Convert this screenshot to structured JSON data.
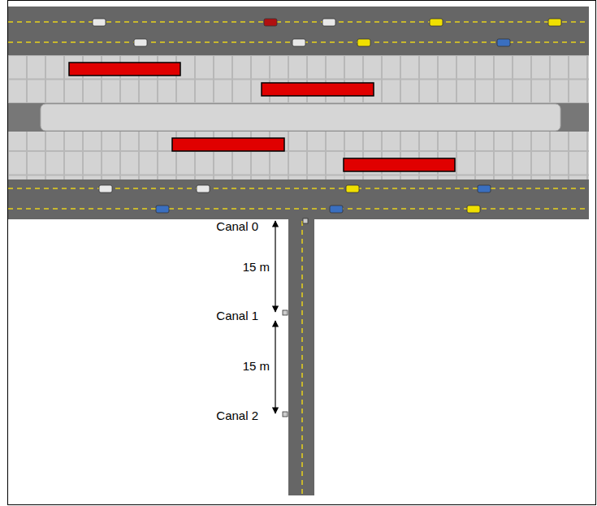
{
  "diagram": {
    "labels": [
      "Canal 0",
      "15 m",
      "Canal 1",
      "15 m",
      "Canal 2"
    ]
  }
}
